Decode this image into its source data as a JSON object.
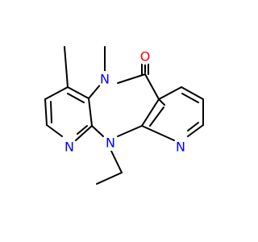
{
  "molecule": {
    "atoms": {
      "oxygen": "O",
      "n_methyl": "N",
      "n_ethyl": "N",
      "n_pyridine_left": "N",
      "n_pyridine_right": "N"
    },
    "colors": {
      "bond": "#000000",
      "oxygen": "#ff0000",
      "nitrogen": "#0000ff",
      "background": "#ffffff"
    }
  }
}
